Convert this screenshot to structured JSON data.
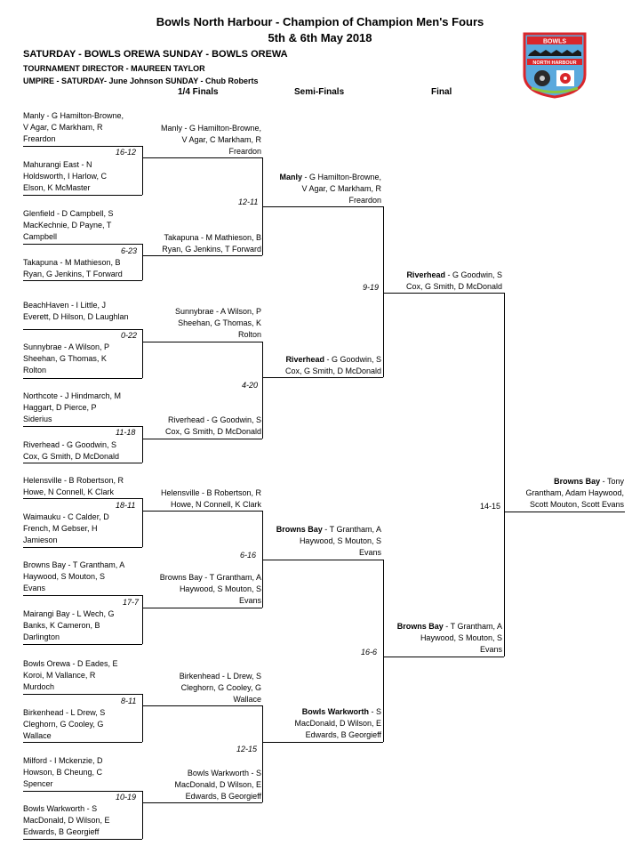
{
  "header": {
    "title_line1": "Bowls North Harbour - Champion of Champion Men's Fours",
    "title_line2": "5th & 6th May 2018",
    "venues": "SATURDAY - BOWLS OREWA   SUNDAY - BOWLS OREWA",
    "director": "TOURNAMENT DIRECTOR - MAUREEN TAYLOR",
    "umpire": "UMPIRE - SATURDAY- June Johnson     SUNDAY - Chub Roberts"
  },
  "logo": {
    "top_text": "BOWLS",
    "bottom_text": "NORTH HARBOUR",
    "colors": {
      "red": "#d9262b",
      "blue": "#5aa9dd",
      "green": "#8cc63f"
    }
  },
  "rounds": {
    "qf": "1/4 Finals",
    "sf": "Semi-Finals",
    "final": "Final"
  },
  "r1": [
    {
      "lines": [
        "Manly - G Hamilton-Browne,",
        "V Agar, C Markham, R",
        "Freardon"
      ]
    },
    {
      "lines": [
        "Mahurangi East - N",
        "Holdsworth, I Harlow, C",
        "Elson, K McMaster"
      ]
    },
    {
      "lines": [
        "Glenfield - D Campbell, S",
        "MacKechnie, D Payne, T",
        "Campbell"
      ]
    },
    {
      "lines": [
        "Takapuna - M Mathieson, B",
        "Ryan, G Jenkins, T Forward"
      ]
    },
    {
      "lines": [
        "BeachHaven - I Little, J",
        "Everett, D Hilson, D Laughlan"
      ]
    },
    {
      "lines": [
        "Sunnybrae - A Wilson, P",
        "Sheehan, G Thomas, K",
        "Rolton"
      ]
    },
    {
      "lines": [
        "Northcote - J Hindmarch, M",
        "Haggart, D Pierce, P",
        "Siderius"
      ]
    },
    {
      "lines": [
        "Riverhead - G Goodwin, S",
        "Cox, G Smith, D McDonald"
      ]
    },
    {
      "lines": [
        "Helensville - B Robertson, R",
        "Howe, N Connell, K Clark"
      ]
    },
    {
      "lines": [
        "Waimauku - C Calder, D",
        "French, M Gebser, H",
        "Jamieson"
      ]
    },
    {
      "lines": [
        "Browns Bay - T Grantham, A",
        "Haywood, S Mouton, S",
        "Evans"
      ]
    },
    {
      "lines": [
        "Mairangi Bay - L Wech, G",
        "Banks, K Cameron, B",
        "Darlington"
      ]
    },
    {
      "lines": [
        "Bowls Orewa - D Eades, E",
        "Koroi, M Vallance, R",
        "Murdoch"
      ]
    },
    {
      "lines": [
        "Birkenhead - L Drew, S",
        "Cleghorn, G Cooley, G",
        "Wallace"
      ]
    },
    {
      "lines": [
        "Milford - I Mckenzie, D",
        "Howson, B Cheung, C",
        "Spencer"
      ]
    },
    {
      "lines": [
        "Bowls Warkworth - S",
        "MacDonald, D Wilson, E",
        "Edwards, B Georgieff"
      ]
    }
  ],
  "r1_scores": [
    "16-12",
    "6-23",
    "0-22",
    "11-18",
    "18-11",
    "17-7",
    "8-11",
    "10-19"
  ],
  "qf": [
    {
      "lines": [
        "Manly - G Hamilton-Browne,",
        "V Agar, C Markham, R",
        "Freardon"
      ]
    },
    {
      "lines": [
        "Takapuna - M Mathieson, B",
        "Ryan, G Jenkins, T Forward"
      ]
    },
    {
      "lines": [
        "Sunnybrae - A Wilson, P",
        "Sheehan, G Thomas, K",
        "Rolton"
      ]
    },
    {
      "lines": [
        "Riverhead - G Goodwin, S",
        "Cox, G Smith, D McDonald"
      ]
    },
    {
      "lines": [
        "Helensville - B Robertson, R",
        "Howe, N Connell, K Clark"
      ]
    },
    {
      "lines": [
        "Browns Bay - T Grantham, A",
        "Haywood, S Mouton, S",
        "Evans"
      ]
    },
    {
      "lines": [
        "Birkenhead - L Drew, S",
        "Cleghorn, G Cooley, G",
        "Wallace"
      ]
    },
    {
      "lines": [
        "Bowls Warkworth - S",
        "MacDonald, D Wilson, E",
        "Edwards, B Georgieff"
      ]
    }
  ],
  "qf_scores": [
    "12-11",
    "4-20",
    "6-16",
    "12-15"
  ],
  "sf": [
    {
      "club": "Manly",
      "lines": [
        " - G Hamilton-Browne,",
        "V Agar, C Markham, R",
        "Freardon"
      ]
    },
    {
      "club": "Riverhead",
      "lines": [
        " - G Goodwin, S",
        "Cox, G Smith, D McDonald"
      ]
    },
    {
      "club": "Browns Bay",
      "lines": [
        " - T Grantham, A",
        "Haywood, S Mouton, S",
        "Evans"
      ]
    },
    {
      "club": "Bowls Warkworth",
      "lines": [
        " - S",
        "MacDonald, D Wilson, E",
        "Edwards, B Georgieff"
      ]
    }
  ],
  "sf_scores": [
    "9-19",
    "16-6"
  ],
  "final": [
    {
      "club": "Riverhead",
      "lines": [
        " - G Goodwin, S",
        "Cox, G Smith, D McDonald"
      ]
    },
    {
      "club": "Browns Bay",
      "lines": [
        " - T Grantham, A",
        "Haywood, S Mouton, S",
        "Evans"
      ]
    }
  ],
  "final_score": "14-15",
  "champion": {
    "club": "Browns Bay",
    "lines": [
      " - Tony",
      "Grantham, Adam Haywood,",
      "Scott Mouton, Scott Evans"
    ]
  }
}
